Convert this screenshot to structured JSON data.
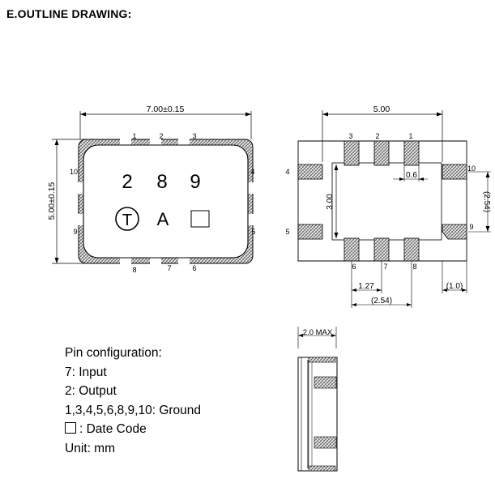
{
  "heading": "E.OUTLINE DRAWING:",
  "top_view": {
    "width_dim": "7.00±0.15",
    "height_dim": "5.00±0.15",
    "pins_top": [
      "1",
      "2",
      "3"
    ],
    "pins_bottom": [
      "8",
      "7",
      "6"
    ],
    "pin_left_top": "10",
    "pin_left_bottom": "9",
    "pin_right_top": "4",
    "pin_right_bottom": "5",
    "marking_line1": [
      "2",
      "8",
      "9"
    ],
    "marking_logo": "T",
    "marking_letter": "A"
  },
  "bottom_view": {
    "width_dim": "5.00",
    "inner_height_dim": "3.00",
    "pad_width_dim": "0.6",
    "right_height_dim": "(2.54)",
    "pitch_dim": "1.27",
    "span_dim": "(2.54)",
    "edge_dim": "(1.0)",
    "pins_top": [
      "3",
      "2",
      "1"
    ],
    "pins_bottom": [
      "6",
      "7",
      "8"
    ],
    "pin_left_top": "4",
    "pin_left_bottom": "5",
    "pin_right_top": "10",
    "pin_right_bottom": "9"
  },
  "side_view": {
    "height_dim": "2.0 MAX"
  },
  "notes": {
    "title": "Pin configuration:",
    "line1": "7: Input",
    "line2": "2: Output",
    "line3": "1,3,4,5,6,8,9,10: Ground",
    "line4": ": Date Code",
    "line5": "Unit: mm"
  }
}
